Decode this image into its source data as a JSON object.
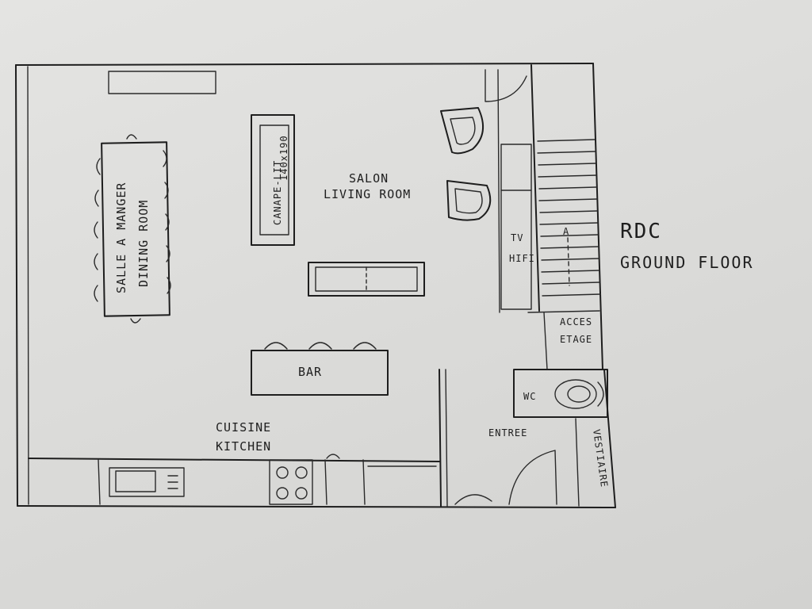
{
  "floor": {
    "title": "RDC",
    "subtitle": "GROUND FLOOR"
  },
  "rooms": {
    "dining_line1": "SALLE A MANGER",
    "dining_line2": "DINING ROOM",
    "sofa_bed": "CANAPE-LIT",
    "sofa_bed_size": "140x190",
    "living_line1": "SALON",
    "living_line2": "LIVING ROOM",
    "tv": "TV",
    "hifi": "HIFI",
    "stairs_arrow": "A",
    "access_line1": "ACCES",
    "access_line2": "ETAGE",
    "bar": "BAR",
    "wc": "WC",
    "kitchen_line1": "CUISINE",
    "kitchen_line2": "KITCHEN",
    "entrance": "ENTREE",
    "cloakroom": "VESTIAIRE"
  }
}
